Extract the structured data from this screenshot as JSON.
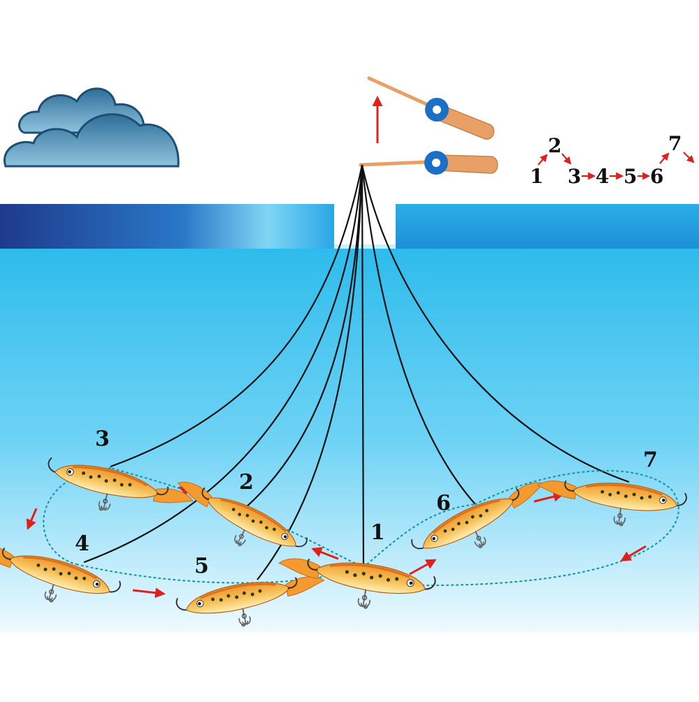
{
  "colors": {
    "sky": "#ffffff",
    "water_top": "#1fb6ea",
    "water_bottom": "#f2fbff",
    "ice_dark": "#1f3a8c",
    "ice_light": "#29a9e8",
    "cloud_fill": "#3f7fa8",
    "cloud_edge": "#1d4f74",
    "line": "#111111",
    "path_dots": "#1a9aa8",
    "arrow": "#e0201d",
    "lure_body": "#f2a43a",
    "lure_belly": "#ffe9a8",
    "lure_spots": "#2d3a1a",
    "rod": "#e8a067",
    "reel": "#1b6fc4"
  },
  "icons": {
    "cloud": "cloud-icon",
    "rod": "ice-fishing-rod-icon",
    "lure": "balance-lure-icon",
    "arrow": "red-arrow-icon"
  },
  "sequence": {
    "n1": "1",
    "n2": "2",
    "n3": "3",
    "n4": "4",
    "n5": "5",
    "n6": "6",
    "n7": "7"
  },
  "lures": [
    {
      "label": "1"
    },
    {
      "label": "2"
    },
    {
      "label": "3"
    },
    {
      "label": "4"
    },
    {
      "label": "5"
    },
    {
      "label": "6"
    },
    {
      "label": "7"
    }
  ]
}
